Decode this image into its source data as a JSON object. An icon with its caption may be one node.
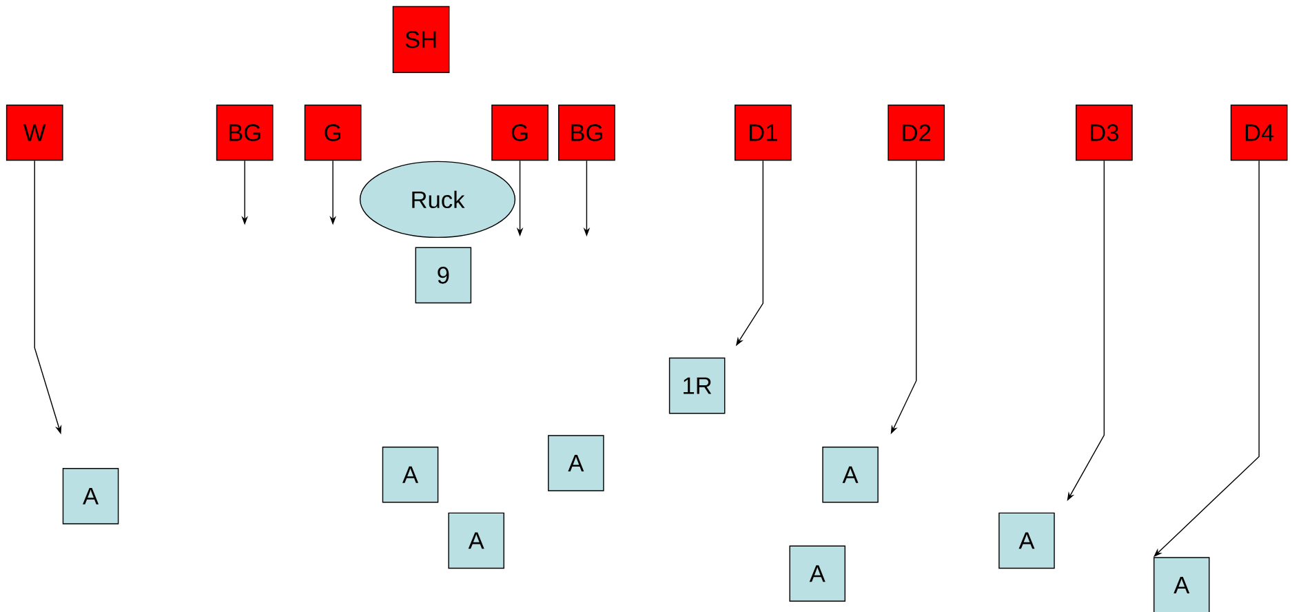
{
  "diagram": {
    "nodes": [
      {
        "text": [
          "SH"
        ]
      },
      {
        "text": [
          "W"
        ]
      },
      {
        "text": [
          "BG"
        ]
      },
      {
        "text": [
          "G"
        ]
      },
      {
        "text": [
          "G"
        ]
      },
      {
        "text": [
          "BG"
        ]
      },
      {
        "text": [
          "D1"
        ]
      },
      {
        "text": [
          "D2"
        ]
      },
      {
        "text": [
          "D3"
        ]
      },
      {
        "text": [
          "D4"
        ]
      },
      {
        "text": [
          "Ruck"
        ]
      },
      {
        "text": [
          "9"
        ]
      },
      {
        "text": [
          "1R"
        ]
      },
      {
        "text": [
          "A"
        ]
      },
      {
        "text": [
          "A"
        ]
      },
      {
        "text": [
          "A"
        ]
      },
      {
        "text": [
          "A"
        ]
      },
      {
        "text": [
          "A"
        ]
      },
      {
        "text": [
          "A"
        ]
      },
      {
        "text": [
          "A"
        ]
      },
      {
        "text": [
          "A"
        ]
      }
    ],
    "edges": [
      {
        "from": 1,
        "to": null,
        "arrow": "to"
      },
      {
        "from": 2,
        "to": null,
        "arrow": "to"
      },
      {
        "from": 3,
        "to": null,
        "arrow": "to"
      },
      {
        "from": 4,
        "to": null,
        "arrow": "to"
      },
      {
        "from": 5,
        "to": null,
        "arrow": "to"
      },
      {
        "from": 6,
        "to": null,
        "arrow": "to"
      },
      {
        "from": 7,
        "to": null,
        "arrow": "to"
      },
      {
        "from": 8,
        "to": null,
        "arrow": "to"
      },
      {
        "from": 9,
        "to": 20,
        "arrow": "to"
      }
    ]
  }
}
